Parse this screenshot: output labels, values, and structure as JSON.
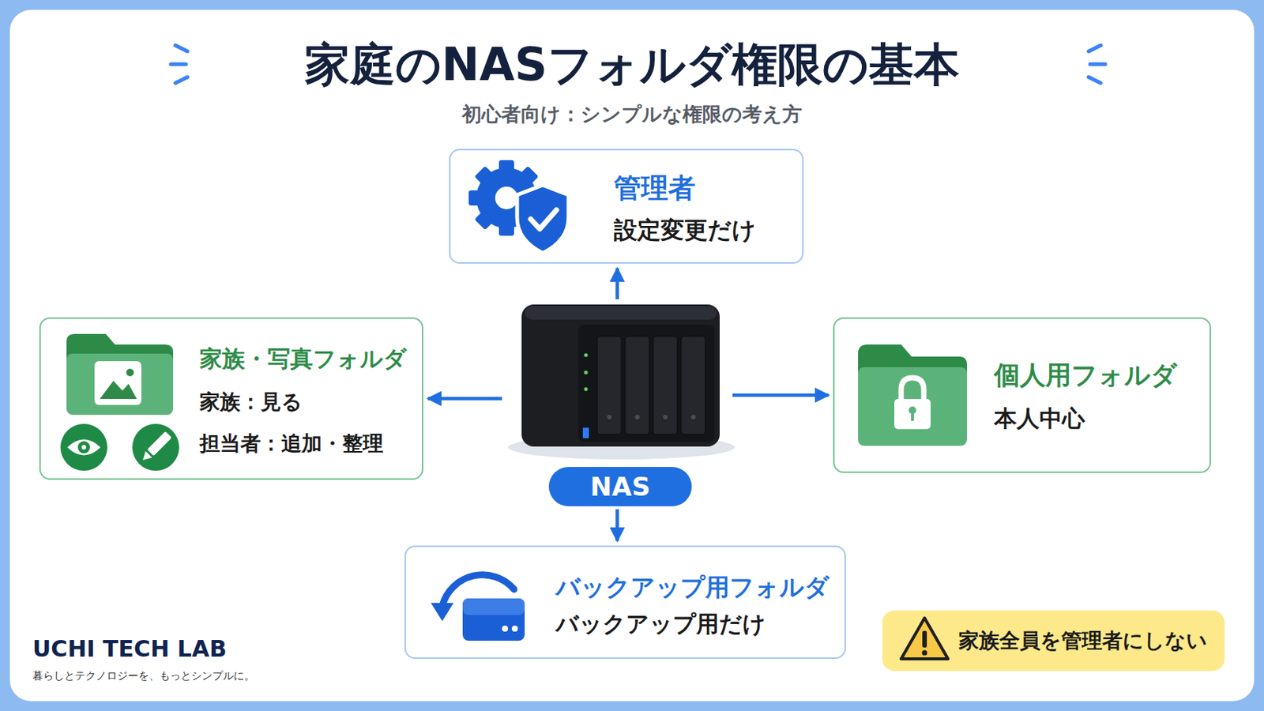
{
  "diagram": {
    "title": "家庭のNASフォルダ権限の基本",
    "caption": "初心者向け：シンプルな権限の考え方",
    "nodes": [
      {
        "text": [
          "管理者",
          "設定変更だけ"
        ]
      },
      {
        "text": [
          "家族・写真フォルダ",
          "家族：見る",
          "担当者：追加・整理"
        ]
      },
      {
        "text": [
          "NAS"
        ]
      },
      {
        "text": [
          "個人用フォルダ",
          "本人中心"
        ]
      },
      {
        "text": [
          "バックアップ用フォルダ",
          "バックアップ用だけ"
        ]
      },
      {
        "text": [
          "家族全員を管理者にしない"
        ]
      }
    ],
    "edges": [
      {
        "from": 2,
        "to": 0,
        "arrow": "to"
      },
      {
        "from": 2,
        "to": 1,
        "arrow": "to"
      },
      {
        "from": 2,
        "to": 3,
        "arrow": "to"
      },
      {
        "from": 2,
        "to": 4,
        "arrow": "to"
      }
    ],
    "labels": [
      "UCHI TECH LAB",
      "暮らしとテクノロジーを、もっとシンプルに。"
    ]
  }
}
